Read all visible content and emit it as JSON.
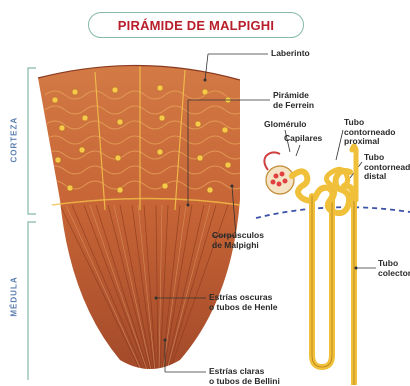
{
  "title": "PIRÁMIDE DE MALPIGHI",
  "regions": {
    "cortex": "CORTEZA",
    "medulla": "MÉDULA"
  },
  "labels": {
    "laberinto": "Laberinto",
    "piramide_ferrein": "Pirámide\nde Ferrein",
    "glomerulo": "Glomérulo",
    "capilares": "Capilares",
    "tubo_proximal": "Tubo\ncontorneado\nproximal",
    "tubo_distal": "Tubo\ncontorneado\ndistal",
    "corpusculos": "Corpúsculos\nde Malpighi",
    "tubo_colector": "Tubo\ncolector",
    "estrias_oscuras": "Estrías oscuras\no tubos de Henle",
    "estrias_claras": "Estrías claras\no tubos de Bellini"
  },
  "colors": {
    "title_text": "#b81d2a",
    "title_border": "#86b9a6",
    "region_text": "#5b7fb0",
    "tissue": "#c9683a",
    "tubule": "#f0c03a",
    "dashed_line": "#3b52a8"
  }
}
